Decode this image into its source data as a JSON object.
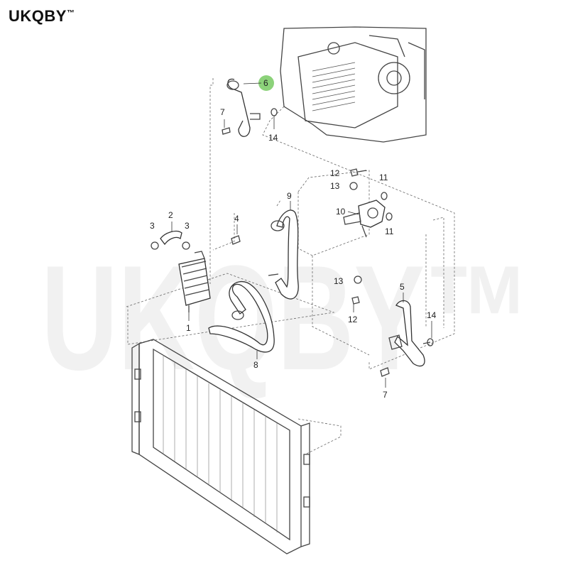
{
  "brand": {
    "name": "UKQBY",
    "mark": "™"
  },
  "watermark": {
    "text": "UKQBY™"
  },
  "highlight_color": "#8cd27a",
  "callouts": {
    "c6": "6",
    "c7a": "7",
    "c14a": "14",
    "c12a": "12",
    "c13a": "13",
    "c11a": "11",
    "c11b": "11",
    "c9": "9",
    "c10": "10",
    "c2": "2",
    "c3a": "3",
    "c3b": "3",
    "c4": "4",
    "c1": "1",
    "c8": "8",
    "c13b": "13",
    "c12b": "12",
    "c5": "5",
    "c14b": "14",
    "c7b": "7"
  }
}
